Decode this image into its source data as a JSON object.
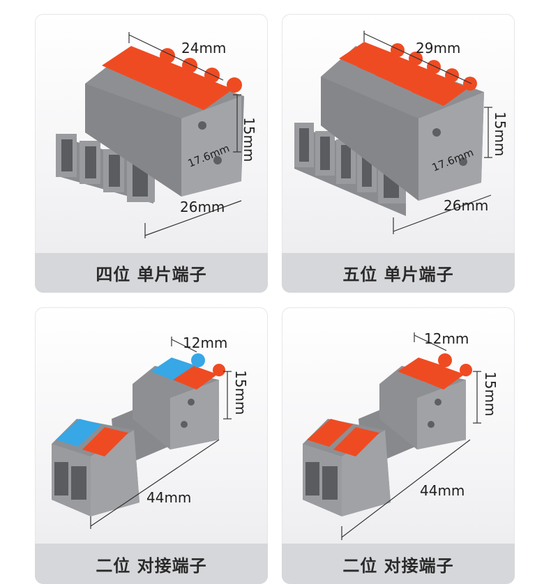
{
  "colors": {
    "housing": "#8f9094",
    "housing_dark": "#75767a",
    "lever_orange": "#ef4b22",
    "lever_blue": "#37a7e6",
    "caption_bg": "#d6d7da"
  },
  "products": [
    {
      "caption": "四位 单片端子",
      "dim_width": "24mm",
      "dim_height": "15mm",
      "dim_depth": "26mm",
      "dim_diag": "17.6mm"
    },
    {
      "caption": "五位 单片端子",
      "dim_width": "29mm",
      "dim_height": "15mm",
      "dim_depth": "26mm",
      "dim_diag": "17.6mm"
    },
    {
      "caption": "二位 对接端子",
      "dim_width": "12mm",
      "dim_height": "15mm",
      "dim_length": "44mm"
    },
    {
      "caption": "二位 对接端子",
      "dim_width": "12mm",
      "dim_height": "15mm",
      "dim_length": "44mm"
    }
  ]
}
